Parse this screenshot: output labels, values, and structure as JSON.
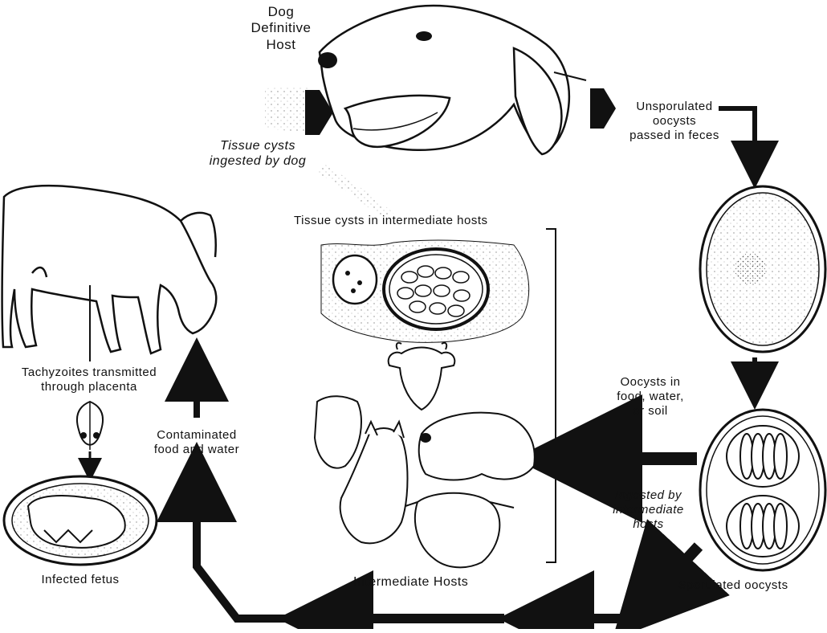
{
  "labels": {
    "dog_host": "Dog\nDefinitive\nHost",
    "tissue_cysts_ingested": "Tissue cysts\ningested by dog",
    "unsporulated": "Unsporulated\noocysts\npassed in feces",
    "tissue_cysts_intermediate": "Tissue cysts in intermediate hosts",
    "tachyzoites": "Tachyzoites transmitted\nthrough placenta",
    "contaminated": "Contaminated\nfood and water",
    "oocysts_in": "Oocysts in\nfood, water,\nor soil",
    "ingested_intermediate": "Ingested by\nintermediate\nhosts",
    "sporulated": "Sporulated oocysts",
    "intermediate_hosts": "Intermediate Hosts",
    "infected_fetus": "Infected fetus"
  },
  "icons": [
    "dog-head",
    "cow",
    "fetus-in-uterus",
    "tissue-cyst",
    "unsporulated-oocyst",
    "sporulated-oocyst",
    "intermediate-host-animals"
  ],
  "colors": {
    "ink": "#111111",
    "paper": "#ffffff",
    "stipple": "#8a8a8a"
  }
}
